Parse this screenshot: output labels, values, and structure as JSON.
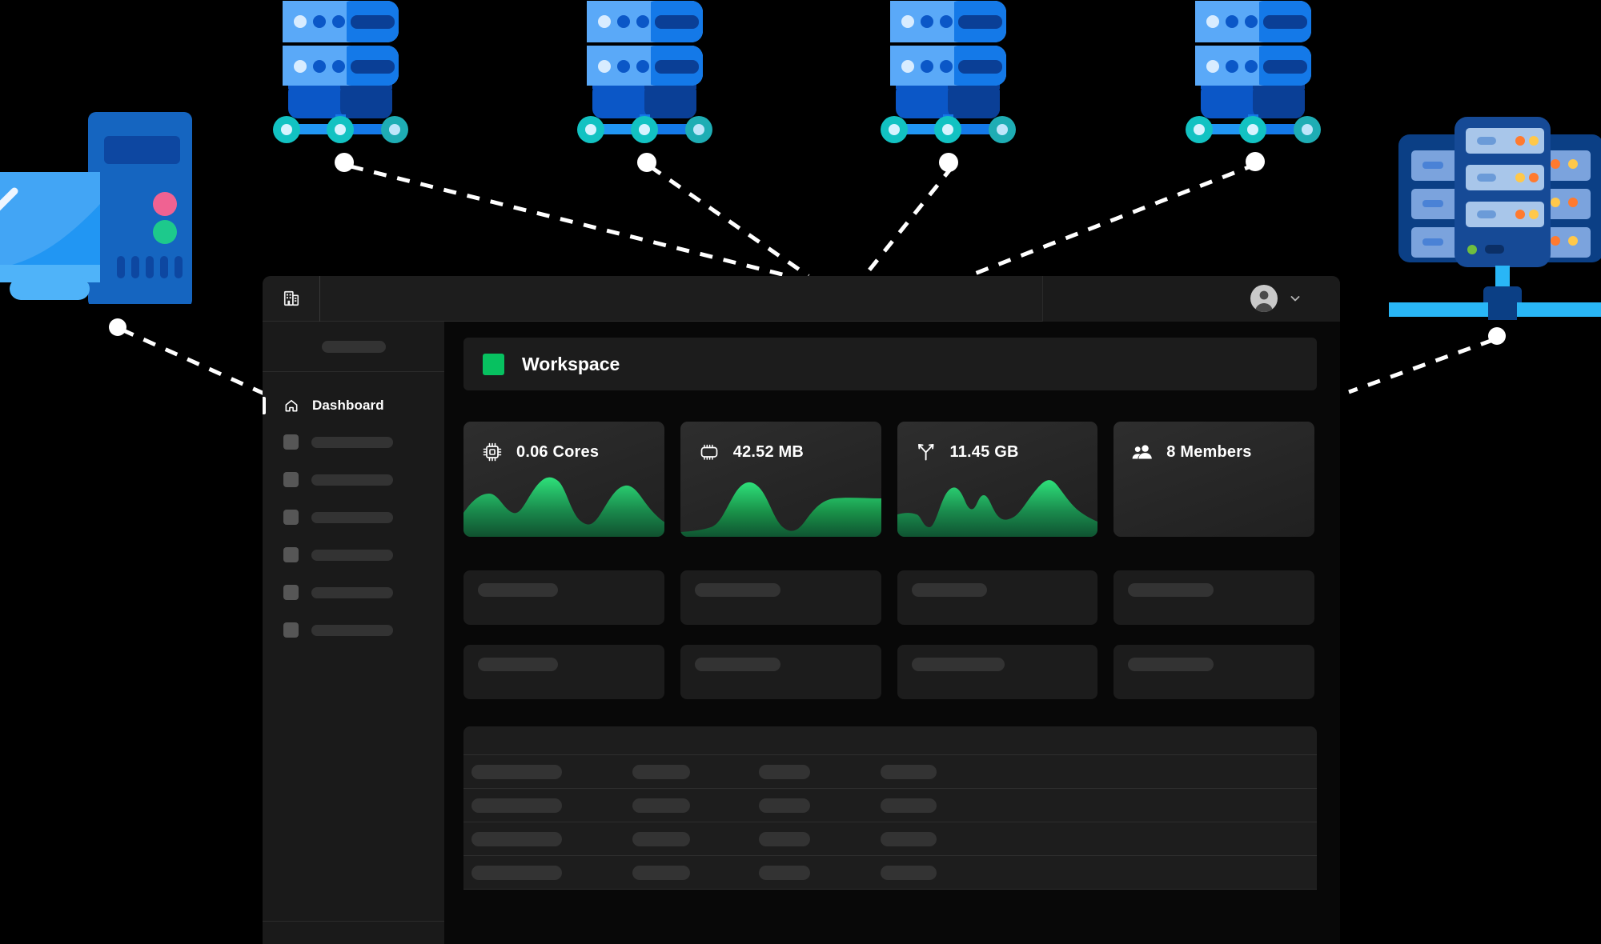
{
  "window": {
    "topbar": {
      "brand_icon": "building-icon",
      "avatar_icon": "user-avatar-icon",
      "chevron_icon": "chevron-down-icon"
    },
    "sidebar": {
      "header_placeholder": "",
      "items": [
        {
          "label": "Dashboard",
          "icon": "home-icon",
          "active": true,
          "skeleton": false
        },
        {
          "label": "",
          "icon": "skeleton-icon",
          "active": false,
          "skeleton": true
        },
        {
          "label": "",
          "icon": "skeleton-icon",
          "active": false,
          "skeleton": true
        },
        {
          "label": "",
          "icon": "skeleton-icon",
          "active": false,
          "skeleton": true
        },
        {
          "label": "",
          "icon": "skeleton-icon",
          "active": false,
          "skeleton": true
        },
        {
          "label": "",
          "icon": "skeleton-icon",
          "active": false,
          "skeleton": true
        },
        {
          "label": "",
          "icon": "skeleton-icon",
          "active": false,
          "skeleton": true
        }
      ]
    },
    "content": {
      "workspace": {
        "title": "Workspace",
        "badge_color": "#07c160"
      },
      "stats": [
        {
          "value": "0.06 Cores",
          "icon": "cpu-icon",
          "has_chart": true
        },
        {
          "value": "42.52 MB",
          "icon": "memory-chip-icon",
          "has_chart": true
        },
        {
          "value": "11.45 GB",
          "icon": "network-branch-icon",
          "has_chart": true
        },
        {
          "value": "8 Members",
          "icon": "members-icon",
          "has_chart": false
        }
      ],
      "skeleton_rows": [
        {
          "cards": [
            {
              "pill_width": 100
            },
            {
              "pill_width": 107
            },
            {
              "pill_width": 94
            },
            {
              "pill_width": 107
            }
          ]
        },
        {
          "cards": [
            {
              "pill_width": 100
            },
            {
              "pill_width": 107
            },
            {
              "pill_width": 116
            },
            {
              "pill_width": 107
            }
          ]
        }
      ],
      "table": {
        "header": "",
        "rows": [
          {
            "cells": [
              113,
              72,
              64,
              70
            ]
          },
          {
            "cells": [
              113,
              72,
              64,
              70
            ]
          },
          {
            "cells": [
              113,
              72,
              64,
              70
            ]
          },
          {
            "cells": [
              113,
              72,
              64,
              70
            ]
          }
        ]
      }
    }
  },
  "chart_data": [
    {
      "type": "area",
      "title": "0.06 Cores",
      "series": [
        {
          "name": "cpu",
          "values": [
            0.3,
            0.55,
            0.62,
            0.45,
            0.3,
            0.72,
            0.95,
            0.7,
            0.32,
            0.12,
            0.22,
            0.68,
            0.92,
            0.66,
            0.42
          ]
        }
      ],
      "color": "#22c55e",
      "grid": false,
      "legend": "none"
    },
    {
      "type": "area",
      "title": "42.52 MB",
      "series": [
        {
          "name": "memory",
          "values": [
            0.06,
            0.07,
            0.1,
            0.18,
            0.55,
            0.86,
            0.7,
            0.3,
            0.1,
            0.08,
            0.3,
            0.62,
            0.64,
            0.63,
            0.62
          ]
        }
      ],
      "color": "#22c55e",
      "grid": false,
      "legend": "none"
    },
    {
      "type": "area",
      "title": "11.45 GB",
      "series": [
        {
          "name": "network",
          "values": [
            0.32,
            0.34,
            0.22,
            0.3,
            0.7,
            0.58,
            0.35,
            0.55,
            0.4,
            0.3,
            0.42,
            0.68,
            0.95,
            0.78,
            0.6
          ]
        }
      ],
      "color": "#22c55e",
      "grid": false,
      "legend": "none"
    }
  ],
  "illustrations": {
    "monitor": {
      "name": "desktop-computer",
      "screen_color": "#2196f3",
      "tower_color": "#1565c0",
      "led_pink": "#f06292",
      "led_green": "#1dc98c"
    },
    "servers": [
      {
        "name": "server-node-1",
        "body_light": "#5aa9f8",
        "body_dark": "#1479e8",
        "node_color": "#12c2c2"
      },
      {
        "name": "server-node-2",
        "body_light": "#5aa9f8",
        "body_dark": "#1479e8",
        "node_color": "#12c2c2"
      },
      {
        "name": "server-node-3",
        "body_light": "#5aa9f8",
        "body_dark": "#1479e8",
        "node_color": "#12c2c2"
      },
      {
        "name": "server-node-4",
        "body_light": "#5aa9f8",
        "body_dark": "#1479e8",
        "node_color": "#12c2c2"
      }
    ],
    "server_rack": {
      "name": "server-rack",
      "frame_color": "#0b3f85",
      "panel_color": "#a8c6ea",
      "led_orange": "#ff7a2f",
      "led_yellow": "#ffc84a",
      "led_green": "#6fbe3f"
    },
    "connector_color": "#ffffff"
  }
}
